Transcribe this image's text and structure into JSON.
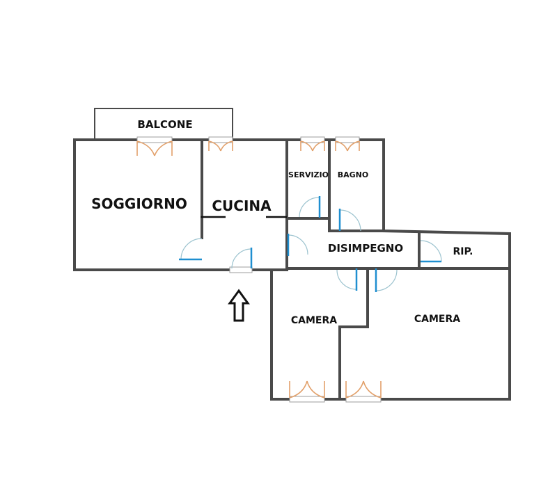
{
  "rooms": {
    "balcone": "BALCONE",
    "soggiorno": "SOGGIORNO",
    "cucina": "CUCINA",
    "servizio": "SERVIZIO",
    "bagno": "BAGNO",
    "disimpegno": "DISIMPEGNO",
    "ripostiglio": "RIP.",
    "camera_left": "CAMERA",
    "camera_right": "CAMERA"
  },
  "colors": {
    "wall": "#4a4a4a",
    "door": "#1f8fd0",
    "window": "#e2a06a"
  },
  "icons": {
    "entrance": "up-arrow-icon"
  }
}
